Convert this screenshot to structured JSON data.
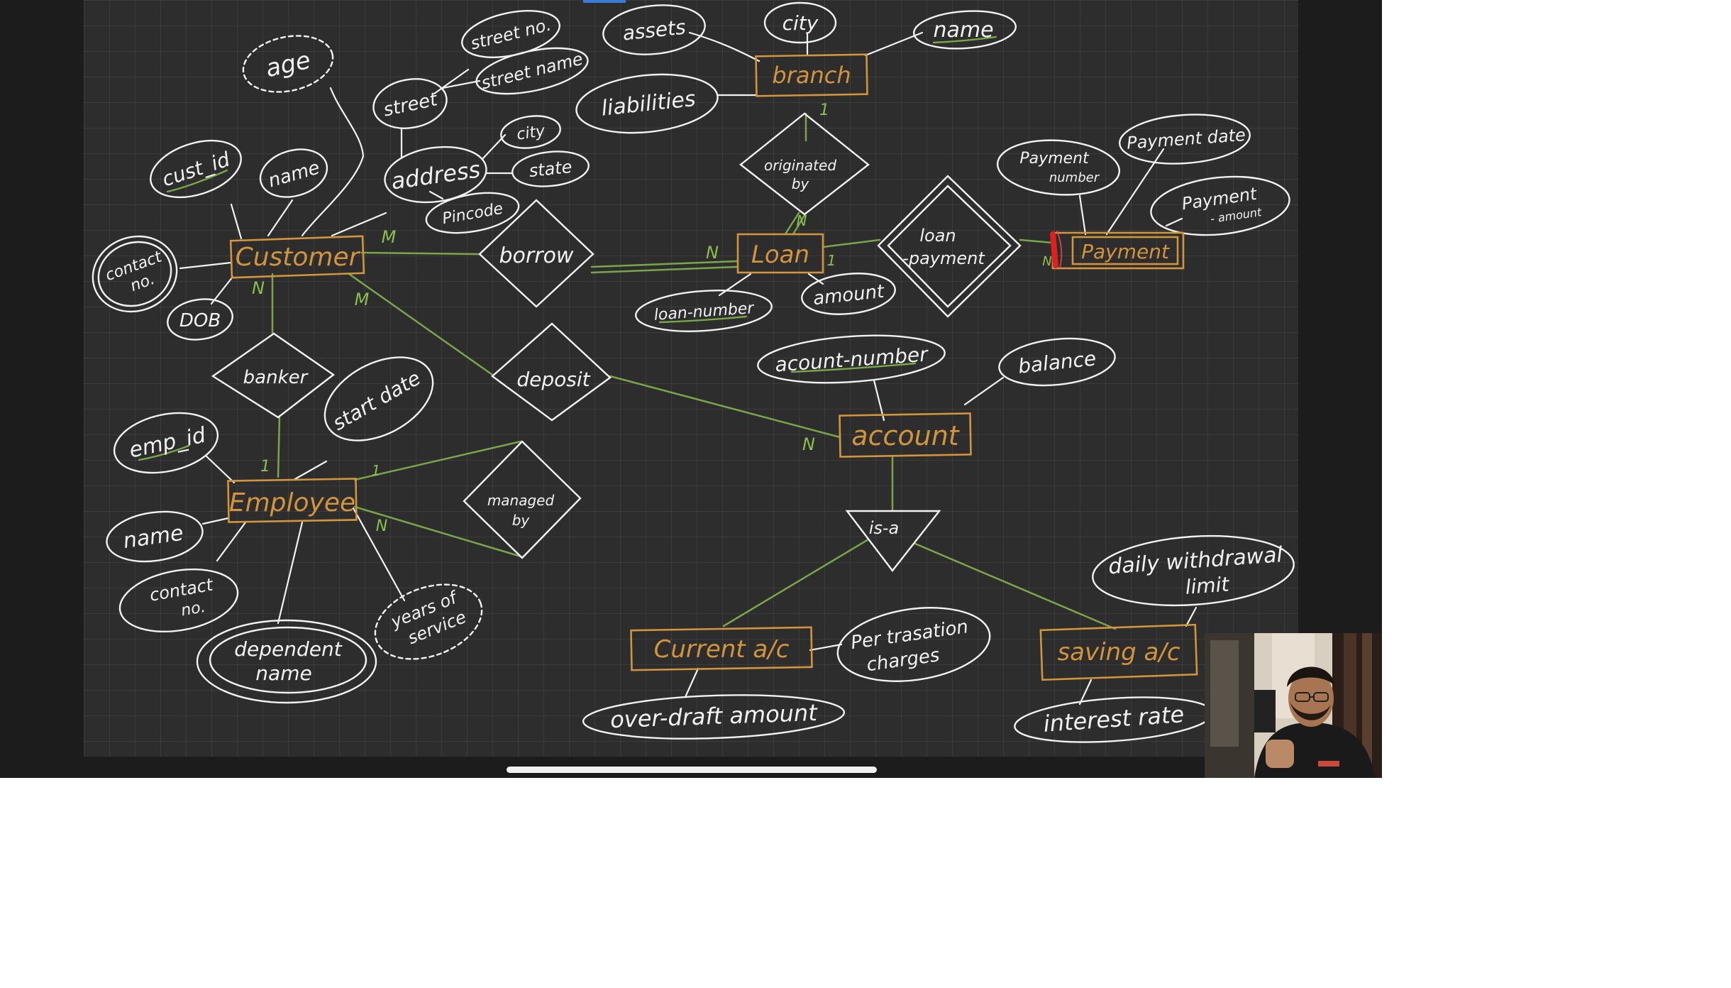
{
  "diagram": {
    "entities": {
      "customer": "Customer",
      "branch": "branch",
      "loan": "Loan",
      "payment": "Payment",
      "account": "account",
      "employee": "Employee",
      "current": "Current a/c",
      "saving": "saving a/c"
    },
    "relationships": {
      "borrow": "borrow",
      "originated_by": [
        "originated",
        "by"
      ],
      "loan_payment": [
        "loan",
        "-payment"
      ],
      "deposit": "deposit",
      "banker": "banker",
      "managed_by": [
        "managed",
        "by"
      ],
      "is_a": "is-a"
    },
    "attributes": {
      "age": "age",
      "street": "street",
      "street_no": "street no.",
      "street_name": "street name",
      "address": "address",
      "city_addr": "city",
      "state": "state",
      "pincode": "Pincode",
      "cust_id": "cust_id",
      "customer_name": "name",
      "contact_no": [
        "contact",
        "no."
      ],
      "dob": "DOB",
      "assets": "assets",
      "branch_city": "city",
      "branch_name": "name",
      "liabilities": "liabilities",
      "loan_number": "loan-number",
      "amount": "amount",
      "payment_number": [
        "Payment",
        "number"
      ],
      "payment_date": "Payment date",
      "payment_amount": [
        "Payment",
        "- amount"
      ],
      "account_number": "acount-number",
      "balance": "balance",
      "emp_id": "emp_id",
      "start_date": "start date",
      "employee_name": "name",
      "employee_contact": [
        "contact",
        "no."
      ],
      "dependent_name": [
        "dependent",
        "name"
      ],
      "years_of_service": [
        "years of",
        "service"
      ],
      "daily_withdrawal_limit": [
        "daily withdrawal",
        "limit"
      ],
      "per_transaction_charges": [
        "Per trasation",
        "charges"
      ],
      "overdraft_amount": "over-draft amount",
      "interest_rate": "interest rate"
    },
    "cardinalities": {
      "customer_borrow": "M",
      "borrow_loan": "N",
      "branch_originated": "1",
      "originated_loan": "N",
      "loan_loanpayment": "1",
      "loanpayment_payment": "N",
      "customer_banker": "N",
      "customer_deposit": "M",
      "deposit_account": "N",
      "banker_employee": "1",
      "employee_managed_1": "1",
      "employee_managed_n": "N"
    }
  },
  "colors": {
    "board": "#2d2d2d",
    "grid": "#3a3a3a",
    "ink_white": "#f2f2f2",
    "entity_orange": "#d2943d",
    "connector_green": "#7aa64a",
    "cardinality_green": "#8bc04f",
    "highlight_red": "#e02020",
    "marker_blue": "#3c7bd8"
  }
}
